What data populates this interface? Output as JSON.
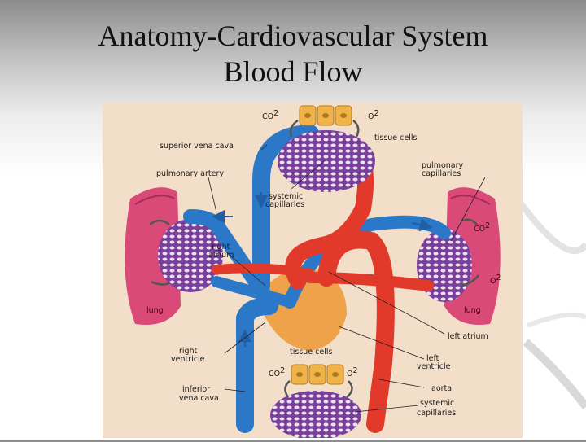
{
  "slide": {
    "title_line1": "Anatomy-Cardiovascular System",
    "title_line2": "Blood Flow"
  },
  "colors": {
    "oxygenated": "#e23a2a",
    "deoxygenated": "#2b78c8",
    "lung": "#d94a78",
    "heart_muscle": "#eea24a",
    "tissue_cell": "#f0b34a",
    "capillary_bed": "#7a3f9a"
  },
  "labels": {
    "co2_top": "CO",
    "o2_top": "O",
    "tissue_cells_top": "tissue cells",
    "superior_vena_cava": "superior vena cava",
    "pulmonary_artery": "pulmonary artery",
    "systemic_capillaries_top_1": "systemic",
    "systemic_capillaries_top_2": "capillaries",
    "pulmonary_capillaries_1": "pulmonary",
    "pulmonary_capillaries_2": "capillaries",
    "co2_right": "CO",
    "o2_right": "O",
    "right_atrium_1": "right",
    "right_atrium_2": "atrium",
    "lung_left": "lung",
    "lung_right": "lung",
    "left_atrium": "left atrium",
    "right_ventricle_1": "right",
    "right_ventricle_2": "ventricle",
    "tissue_cells_bottom": "tissue cells",
    "left_ventricle_1": "left",
    "left_ventricle_2": "ventricle",
    "co2_bottom": "CO",
    "o2_bottom": "O",
    "inferior_vena_cava_1": "inferior",
    "inferior_vena_cava_2": "vena cava",
    "aorta": "aorta",
    "systemic_capillaries_bottom_1": "systemic",
    "systemic_capillaries_bottom_2": "capillaries",
    "sup2": "2"
  }
}
